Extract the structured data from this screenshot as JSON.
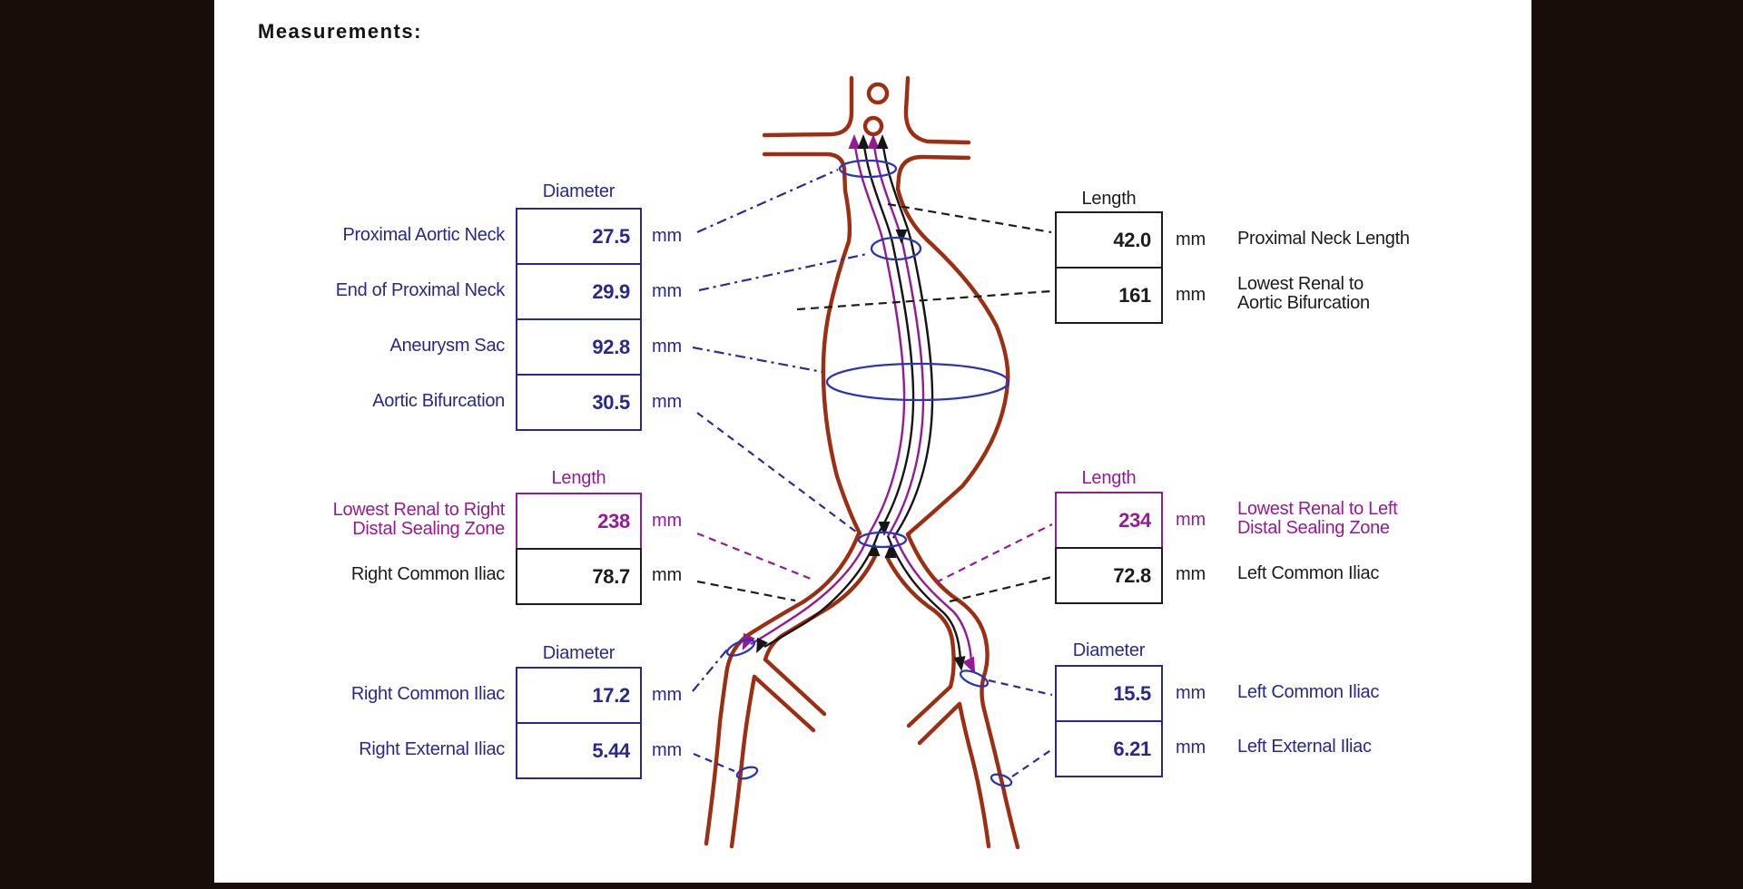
{
  "title": "Measurements:",
  "unit": "mm",
  "colors": {
    "navy": "#28288f",
    "purple": "#951b95",
    "black": "#1c1c1c",
    "vessel_red": "#9c2e12",
    "ellipse_blue": "#2b35b5",
    "side_bar": "#190d09"
  },
  "left": {
    "diameter_top": {
      "header": "Diameter",
      "rows": [
        {
          "label": "Proximal Aortic Neck",
          "value": "27.5"
        },
        {
          "label": "End of Proximal Neck",
          "value": "29.9"
        },
        {
          "label": "Aneurysm Sac",
          "value": "92.8"
        },
        {
          "label": "Aortic Bifurcation",
          "value": "30.5"
        }
      ]
    },
    "length": {
      "header": "Length",
      "rows": [
        {
          "lines": [
            "Lowest Renal to Right",
            "Distal Sealing Zone"
          ],
          "value": "238"
        },
        {
          "lines": [
            "Right Common Iliac"
          ],
          "value": "78.7"
        }
      ]
    },
    "diameter_bottom": {
      "header": "Diameter",
      "rows": [
        {
          "label": "Right Common Iliac",
          "value": "17.2"
        },
        {
          "label": "Right External Iliac",
          "value": "5.44"
        }
      ]
    }
  },
  "right": {
    "length_top": {
      "header": "Length",
      "rows": [
        {
          "value": "42.0",
          "lines": [
            "Proximal Neck Length"
          ]
        },
        {
          "value": "161",
          "lines": [
            "Lowest Renal to",
            "Aortic Bifurcation"
          ]
        }
      ]
    },
    "length_mid": {
      "header": "Length",
      "rows": [
        {
          "value": "234",
          "lines": [
            "Lowest Renal to Left",
            "Distal Sealing Zone"
          ]
        },
        {
          "value": "72.8",
          "lines": [
            "Left Common Iliac"
          ]
        }
      ]
    },
    "diameter_bottom": {
      "header": "Diameter",
      "rows": [
        {
          "value": "15.5",
          "lines": [
            "Left Common Iliac"
          ]
        },
        {
          "value": "6.21",
          "lines": [
            "Left External Iliac"
          ]
        }
      ]
    }
  }
}
